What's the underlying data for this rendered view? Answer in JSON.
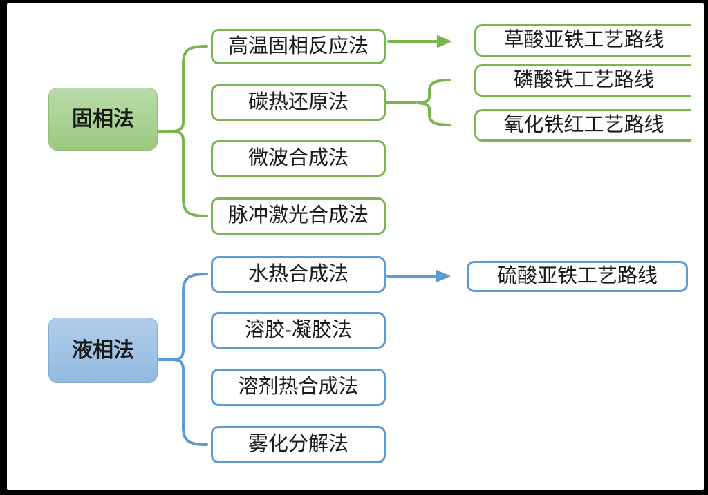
{
  "colors": {
    "frame": "#000000",
    "canvas": "#ffffff",
    "text": "#1a1a1a",
    "green_line": "#7ab551",
    "green_fill_top": "#b9dcaa",
    "green_fill_bottom": "#9cc981",
    "green_root_border": "#8fbe76",
    "blue_line": "#5b9bd5",
    "blue_fill_top": "#b0cdeb",
    "blue_fill_bottom": "#93b9e0",
    "blue_root_border": "#87aacd"
  },
  "diagram": {
    "solid_phase": {
      "root": "固相法",
      "methods": [
        "高温固相反应法",
        "碳热还原法",
        "微波合成法",
        "脉冲激光合成法"
      ],
      "routes": [
        "草酸亚铁工艺路线",
        "磷酸铁工艺路线",
        "氧化铁红工艺路线"
      ]
    },
    "liquid_phase": {
      "root": "液相法",
      "methods": [
        "水热合成法",
        "溶胶-凝胶法",
        "溶剂热合成法",
        "雾化分解法"
      ],
      "routes": [
        "硫酸亚铁工艺路线"
      ]
    }
  }
}
